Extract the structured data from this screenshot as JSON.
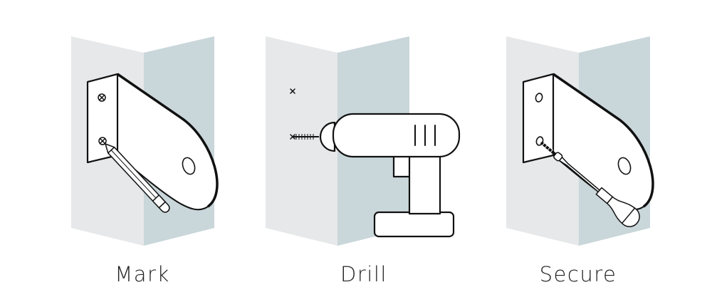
{
  "steps": [
    {
      "label": "Mark",
      "icon": "pencil-icon"
    },
    {
      "label": "Drill",
      "icon": "drill-icon"
    },
    {
      "label": "Secure",
      "icon": "screwdriver-icon"
    }
  ],
  "colors": {
    "wall_left": "#e6e8e9",
    "wall_right": "#c9d6da",
    "line": "#111111"
  }
}
